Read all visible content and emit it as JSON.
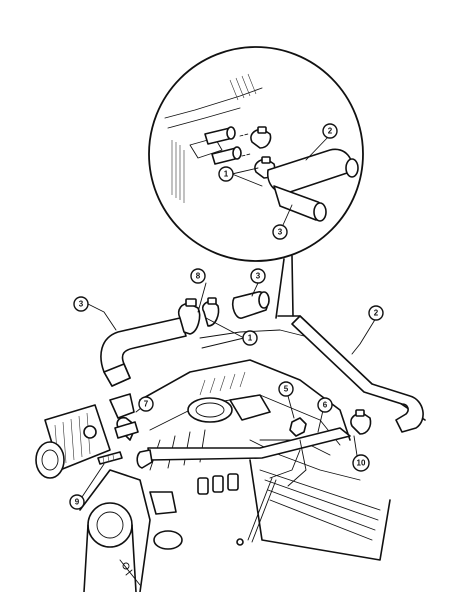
{
  "callouts": [
    {
      "id": "c-2-inset",
      "label": "2"
    },
    {
      "id": "c-1-inset",
      "label": "1"
    },
    {
      "id": "c-3-inset",
      "label": "3"
    },
    {
      "id": "c-8",
      "label": "8"
    },
    {
      "id": "c-3-top",
      "label": "3"
    },
    {
      "id": "c-3-left",
      "label": "3"
    },
    {
      "id": "c-2-right",
      "label": "2"
    },
    {
      "id": "c-1-main",
      "label": "1"
    },
    {
      "id": "c-5",
      "label": "5"
    },
    {
      "id": "c-7",
      "label": "7"
    },
    {
      "id": "c-6",
      "label": "6"
    },
    {
      "id": "c-9",
      "label": "9"
    },
    {
      "id": "c-10",
      "label": "10"
    }
  ]
}
